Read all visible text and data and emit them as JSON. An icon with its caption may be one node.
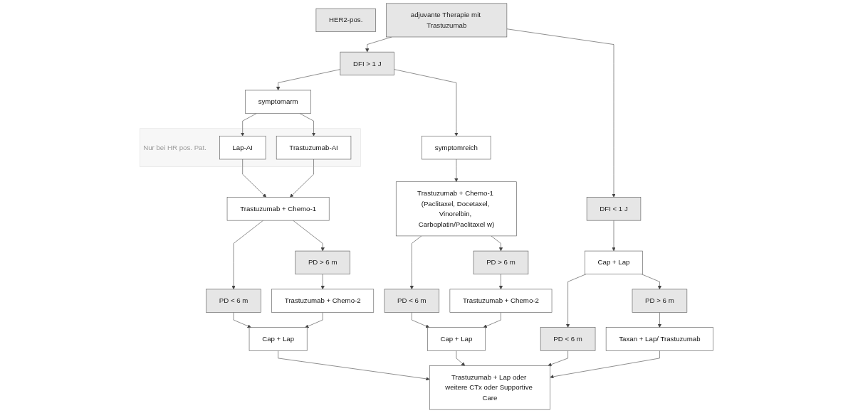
{
  "diagram": {
    "nodes": [
      {
        "text": [
          "HER2-pos."
        ]
      },
      {
        "text": [
          "adjuvante Therapie mit Trastuzumab"
        ]
      },
      {
        "text": [
          "DFI > 1 J"
        ]
      },
      {
        "text": [
          "DFI < 1 J"
        ]
      },
      {
        "text": [
          "symptomarm"
        ]
      },
      {
        "text": [
          "symptomreich"
        ]
      },
      {
        "text": [
          "Nur bei HR pos. Pat."
        ]
      },
      {
        "text": [
          "Lap-AI"
        ],
        "in": 6
      },
      {
        "text": [
          "Trastuzumab-AI"
        ],
        "in": 6
      },
      {
        "text": [
          "Trastuzumab + Chemo-1"
        ]
      },
      {
        "text": [
          "Trastuzumab + Chemo-1 (Paclitaxel, Docetaxel, Vinorelbin, Carboplatin/Paclitaxel w)"
        ]
      },
      {
        "text": [
          "Cap + Lap"
        ]
      },
      {
        "text": [
          "PD < 6 m"
        ]
      },
      {
        "text": [
          "PD > 6 m"
        ]
      },
      {
        "text": [
          "Trastuzumab + Chemo-2"
        ]
      },
      {
        "text": [
          "Cap + Lap"
        ]
      },
      {
        "text": [
          "PD < 6 m"
        ]
      },
      {
        "text": [
          "PD > 6 m"
        ]
      },
      {
        "text": [
          "Trastuzumab + Chemo-2"
        ]
      },
      {
        "text": [
          "Cap + Lap"
        ]
      },
      {
        "text": [
          "PD < 6 m"
        ]
      },
      {
        "text": [
          "PD > 6 m"
        ]
      },
      {
        "text": [
          "Taxan + Lap/ Trastuzumab"
        ]
      },
      {
        "text": [
          "Trastuzumab + Lap oder weitere CTx oder Supportive Care"
        ]
      }
    ],
    "edges": [
      {
        "from": 1,
        "to": 2,
        "arrow": "to"
      },
      {
        "from": 1,
        "to": 3,
        "arrow": "to"
      },
      {
        "from": 2,
        "to": 4,
        "arrow": "to"
      },
      {
        "from": 2,
        "to": 5,
        "arrow": "to"
      },
      {
        "from": 4,
        "to": 7,
        "arrow": "to"
      },
      {
        "from": 4,
        "to": 8,
        "arrow": "to"
      },
      {
        "from": 7,
        "to": 9,
        "arrow": "to"
      },
      {
        "from": 8,
        "to": 9,
        "arrow": "to"
      },
      {
        "from": 5,
        "to": 10,
        "arrow": "to"
      },
      {
        "from": 3,
        "to": 11,
        "arrow": "to"
      },
      {
        "from": 9,
        "to": 12,
        "arrow": "to"
      },
      {
        "from": 9,
        "to": 13,
        "arrow": "to"
      },
      {
        "from": 13,
        "to": 14,
        "arrow": "to"
      },
      {
        "from": 12,
        "to": 15,
        "arrow": "to"
      },
      {
        "from": 14,
        "to": 15,
        "arrow": "to"
      },
      {
        "from": 10,
        "to": 16,
        "arrow": "to"
      },
      {
        "from": 10,
        "to": 17,
        "arrow": "to"
      },
      {
        "from": 17,
        "to": 18,
        "arrow": "to"
      },
      {
        "from": 16,
        "to": 19,
        "arrow": "to"
      },
      {
        "from": 18,
        "to": 19,
        "arrow": "to"
      },
      {
        "from": 11,
        "to": 20,
        "arrow": "to"
      },
      {
        "from": 11,
        "to": 21,
        "arrow": "to"
      },
      {
        "from": 21,
        "to": 22,
        "arrow": "to"
      },
      {
        "from": 15,
        "to": 23,
        "arrow": "to"
      },
      {
        "from": 19,
        "to": 23,
        "arrow": "to"
      },
      {
        "from": 20,
        "to": 23,
        "arrow": "to"
      },
      {
        "from": 22,
        "to": 23,
        "arrow": "to"
      }
    ]
  }
}
